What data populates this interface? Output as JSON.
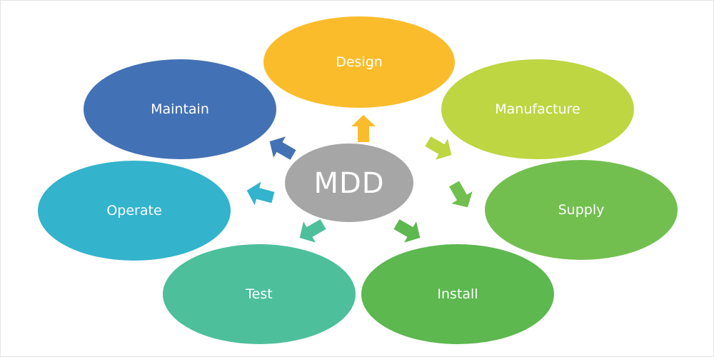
{
  "center": {
    "label": "MDD",
    "color": "#a6a6a6"
  },
  "stages": [
    {
      "label": "Design",
      "color": "#fbbc2c"
    },
    {
      "label": "Manufacture",
      "color": "#bdd642"
    },
    {
      "label": "Supply",
      "color": "#72bf50"
    },
    {
      "label": "Install",
      "color": "#5cb84f"
    },
    {
      "label": "Test",
      "color": "#4dbf9b"
    },
    {
      "label": "Operate",
      "color": "#33b3cc"
    },
    {
      "label": "Maintain",
      "color": "#4371b5"
    }
  ]
}
